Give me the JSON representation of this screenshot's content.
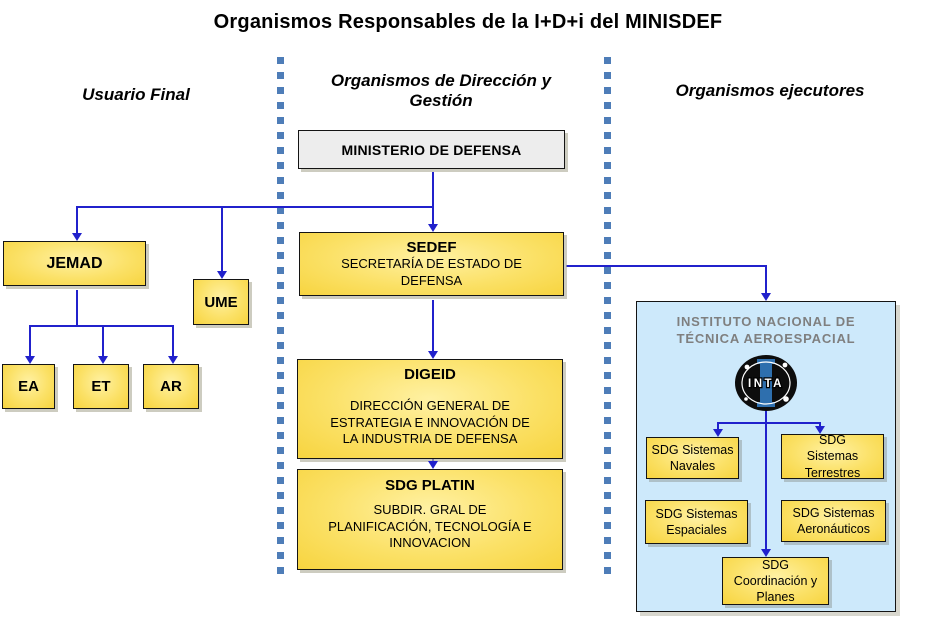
{
  "title": "Organismos Responsables de la I+D+i del MINISDEF",
  "headers": {
    "left": "Usuario Final",
    "middle": "Organismos de Dirección y\nGestión",
    "right": "Organismos ejecutores"
  },
  "nodes": {
    "ministerio": {
      "label": "MINISTERIO DE DEFENSA"
    },
    "sedef": {
      "name": "SEDEF",
      "desc": "SECRETARÍA DE ESTADO DE\nDEFENSA"
    },
    "digeid": {
      "name": "DIGEID",
      "desc": "DIRECCIÓN GENERAL DE\nESTRATEGIA E INNOVACIÓN DE\nLA INDUSTRIA DE DEFENSA"
    },
    "platin": {
      "name": "SDG PLATIN",
      "desc": "SUBDIR. GRAL DE\nPLANIFICACIÓN, TECNOLOGÍA E\nINNOVACION"
    },
    "jemad": {
      "label": "JEMAD"
    },
    "ume": {
      "label": "UME"
    },
    "ea": {
      "label": "EA"
    },
    "et": {
      "label": "ET"
    },
    "ar": {
      "label": "AR"
    }
  },
  "inta": {
    "title": "INSTITUTO NACIONAL DE\nTÉCNICA AEROESPACIAL",
    "logo_text": "INTA",
    "boxes": {
      "navales": "SDG Sistemas\nNavales",
      "terrestres": "SDG\nSistemas\nTerrestres",
      "espaciales": "SDG Sistemas\nEspaciales",
      "aeronauticos": "SDG Sistemas\nAeronáuticos",
      "coordinacion": "SDG\nCoordinación y\nPlanes"
    }
  },
  "colors": {
    "connector_blue": "#2121cc",
    "divider_blue": "#4e7db8",
    "box_yellow": "#fbdc52",
    "box_gray": "#ededed",
    "panel_blue": "#cde9fb",
    "panel_title_gray": "#7f7f7f",
    "logo_blue": "#2e6fae"
  }
}
